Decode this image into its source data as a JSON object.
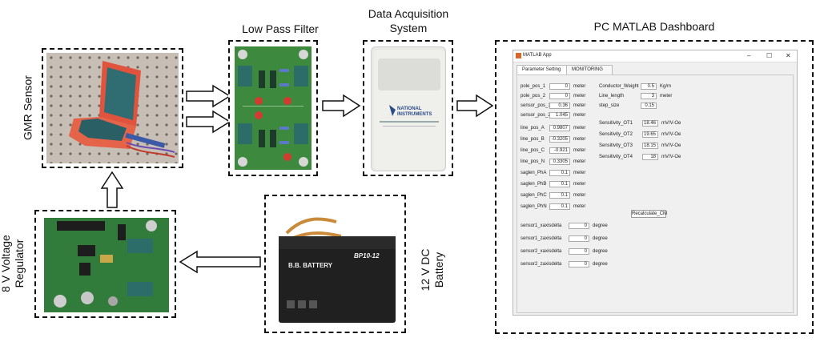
{
  "labels": {
    "gmr_sensor": "GMR Sensor",
    "low_pass_filter": "Low Pass Filter",
    "daq_line1": "Data Acquisition",
    "daq_line2": "System",
    "dashboard": "PC MATLAB Dashboard",
    "regulator_line1": "8 V Voltage",
    "regulator_line2": "Regulator",
    "battery_line1": "12 V DC",
    "battery_line2": "Battery"
  },
  "photo_text": {
    "ni_brand_1": "NATIONAL",
    "ni_brand_2": "INSTRUMENTS",
    "battery_brand": "B.B. BATTERY",
    "battery_model": "BP10-12"
  },
  "matlab": {
    "title": "MATLAB App",
    "tabs": [
      "Parameter Setting",
      "MONITORING"
    ],
    "left_fields": [
      {
        "label": "pole_pos_1",
        "value": "0",
        "unit": "meter"
      },
      {
        "label": "pole_pos_2",
        "value": "0",
        "unit": "meter"
      },
      {
        "label": "sensor_pos_1",
        "value": "0.36",
        "unit": "meter"
      },
      {
        "label": "sensor_pos_2",
        "value": "1.045",
        "unit": "meter"
      },
      {
        "label": "line_pos_A",
        "value": "0.9807",
        "unit": "meter"
      },
      {
        "label": "line_pos_B",
        "value": "-0.3205",
        "unit": "meter"
      },
      {
        "label": "line_pos_C",
        "value": "-0.921",
        "unit": "meter"
      },
      {
        "label": "line_pos_N",
        "value": "0.3305",
        "unit": "meter"
      },
      {
        "label": "saglen_PhA",
        "value": "0.1",
        "unit": "meter"
      },
      {
        "label": "saglen_PhB",
        "value": "0.1",
        "unit": "meter"
      },
      {
        "label": "saglen_PhC",
        "value": "0.1",
        "unit": "meter"
      },
      {
        "label": "saglen_PhN",
        "value": "0.1",
        "unit": "meter"
      }
    ],
    "right_fields": [
      {
        "label": "Conductor_Weight",
        "value": "0.5",
        "unit": "Kg/m"
      },
      {
        "label": "Line_length",
        "value": "3",
        "unit": "meter"
      },
      {
        "label": "step_size",
        "value": "0.15",
        "unit": ""
      }
    ],
    "sensitivity_fields": [
      {
        "label": "Sensitivity_OT1",
        "value": "18.46",
        "unit": "mV/V-Oe"
      },
      {
        "label": "Sensitivity_OT2",
        "value": "19.65",
        "unit": "mV/V-Oe"
      },
      {
        "label": "Sensitivity_OT3",
        "value": "18.15",
        "unit": "mV/V-Oe"
      },
      {
        "label": "Sensitivity_OT4",
        "value": "18",
        "unit": "mV/V-Oe"
      }
    ],
    "recalc_button": "Recalculate_CM",
    "sensor_fields": [
      {
        "label": "sensor1_xaxisdelta",
        "value": "0",
        "unit": "degree"
      },
      {
        "label": "sensor1_zaxisdelta",
        "value": "0",
        "unit": "degree"
      },
      {
        "label": "sensor2_xaxisdelta",
        "value": "0",
        "unit": "degree"
      },
      {
        "label": "sensor2_zaxisdelta",
        "value": "0",
        "unit": "degree"
      }
    ]
  }
}
